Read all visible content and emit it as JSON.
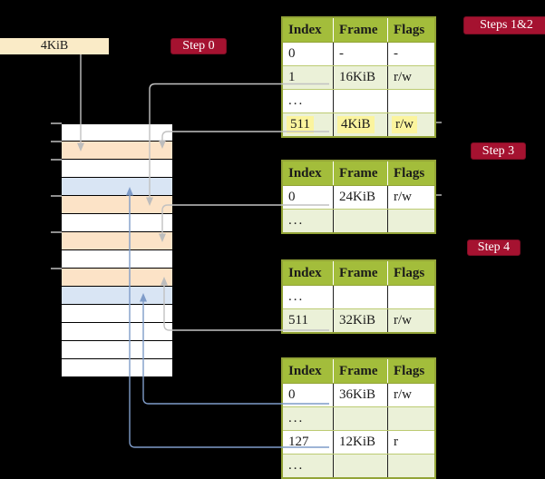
{
  "labels": {
    "register": "4KiB",
    "step0": "Step 0",
    "steps12": "Steps 1&2",
    "step3": "Step 3",
    "step4": "Step 4"
  },
  "tables": [
    {
      "step": "Steps 1&2",
      "columns": [
        "Index",
        "Frame",
        "Flags"
      ],
      "rows": [
        [
          "0",
          "-",
          "-"
        ],
        [
          "1",
          "16KiB",
          "r/w"
        ],
        [
          "...",
          "",
          ""
        ],
        [
          "511",
          "4KiB",
          "r/w"
        ]
      ],
      "highlighted_row": "511 | 4KiB | r/w"
    },
    {
      "step": "Step 3",
      "columns": [
        "Index",
        "Frame",
        "Flags"
      ],
      "rows": [
        [
          "0",
          "24KiB",
          "r/w"
        ],
        [
          "...",
          "",
          ""
        ]
      ]
    },
    {
      "step": "Step 4",
      "columns": [
        "Index",
        "Frame",
        "Flags"
      ],
      "rows": [
        [
          "...",
          "",
          ""
        ],
        [
          "511",
          "32KiB",
          "r/w"
        ]
      ]
    },
    {
      "step": "",
      "columns": [
        "Index",
        "Frame",
        "Flags"
      ],
      "rows": [
        [
          "0",
          "36KiB",
          "r/w"
        ],
        [
          "...",
          "",
          ""
        ],
        [
          "127",
          "12KiB",
          "r"
        ],
        [
          "...",
          "",
          ""
        ]
      ]
    }
  ],
  "memory": {
    "rows": [
      "white",
      "peach",
      "white",
      "blue",
      "peach",
      "white",
      "peach",
      "white",
      "peach",
      "blue",
      "white",
      "white",
      "white",
      "white"
    ]
  },
  "colors": {
    "background": "#000000",
    "register_wheat": "#FAEBC7",
    "label_red": "#A51230",
    "table_header_green": "#A3BD3B",
    "table_row_green": "#EBF1D8",
    "table_border_olive": "#93A437",
    "highlight_yellow": "#FBF49E",
    "memory_peach": "#FCE3C7",
    "memory_blue": "#D9E5F4",
    "connector_gray": "#C2C2C2",
    "connector_blue": "#7F9CC9"
  }
}
